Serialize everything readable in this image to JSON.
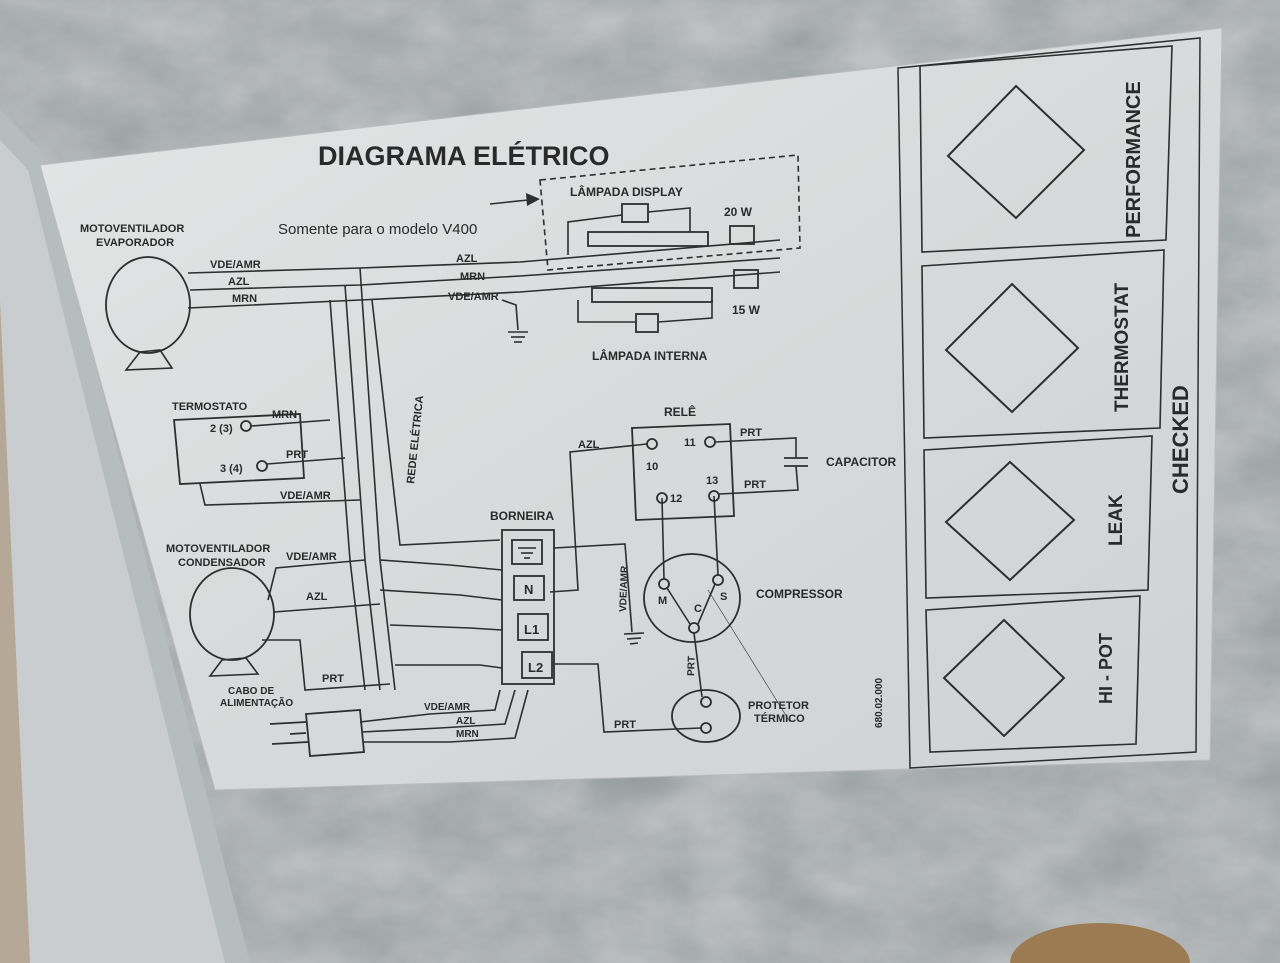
{
  "title": "DIAGRAMA ELÉTRICO",
  "model_note": "Somente para o modelo V400",
  "labels": {
    "evap_motor_1": "MOTOVENTILADOR",
    "evap_motor_2": "EVAPORADOR",
    "lamp_display": "LÂMPADA DISPLAY",
    "lamp_internal": "LÂMPADA INTERNA",
    "thermostat": "TERMOSTATO",
    "network": "REDE ELÉTRICA",
    "relay": "RELÊ",
    "capacitor": "CAPACITOR",
    "terminal_block": "BORNEIRA",
    "cond_motor_1": "MOTOVENTILADOR",
    "cond_motor_2": "CONDENSADOR",
    "compressor": "COMPRESSOR",
    "power_cable_1": "CABO DE",
    "power_cable_2": "ALIMENTAÇÃO",
    "protector_1": "PROTETOR",
    "protector_2": "TÉRMICO"
  },
  "ratings": {
    "display_lamp": "20 W",
    "internal_lamp": "15 W"
  },
  "wires": {
    "vde_amr": "VDE/AMR",
    "azl": "AZL",
    "mrn": "MRN",
    "prt": "PRT"
  },
  "terminals": {
    "thermo_a": "2 (3)",
    "thermo_b": "3 (4)",
    "relay_10": "10",
    "relay_11": "11",
    "relay_12": "12",
    "relay_13": "13",
    "block_n": "N",
    "block_l1": "L1",
    "block_l2": "L2",
    "comp_m": "M",
    "comp_c": "C",
    "comp_s": "S"
  },
  "part_number": "680.02.000",
  "checks": {
    "performance": "PERFORMANCE",
    "thermostat": "THERMOSTAT",
    "leak": "LEAK",
    "hipot": "HI - POT",
    "checked": "CHECKED"
  },
  "colors": {
    "label_bg": "#dcdede",
    "ink": "#2a2a2a",
    "metal": "#8d9395"
  }
}
